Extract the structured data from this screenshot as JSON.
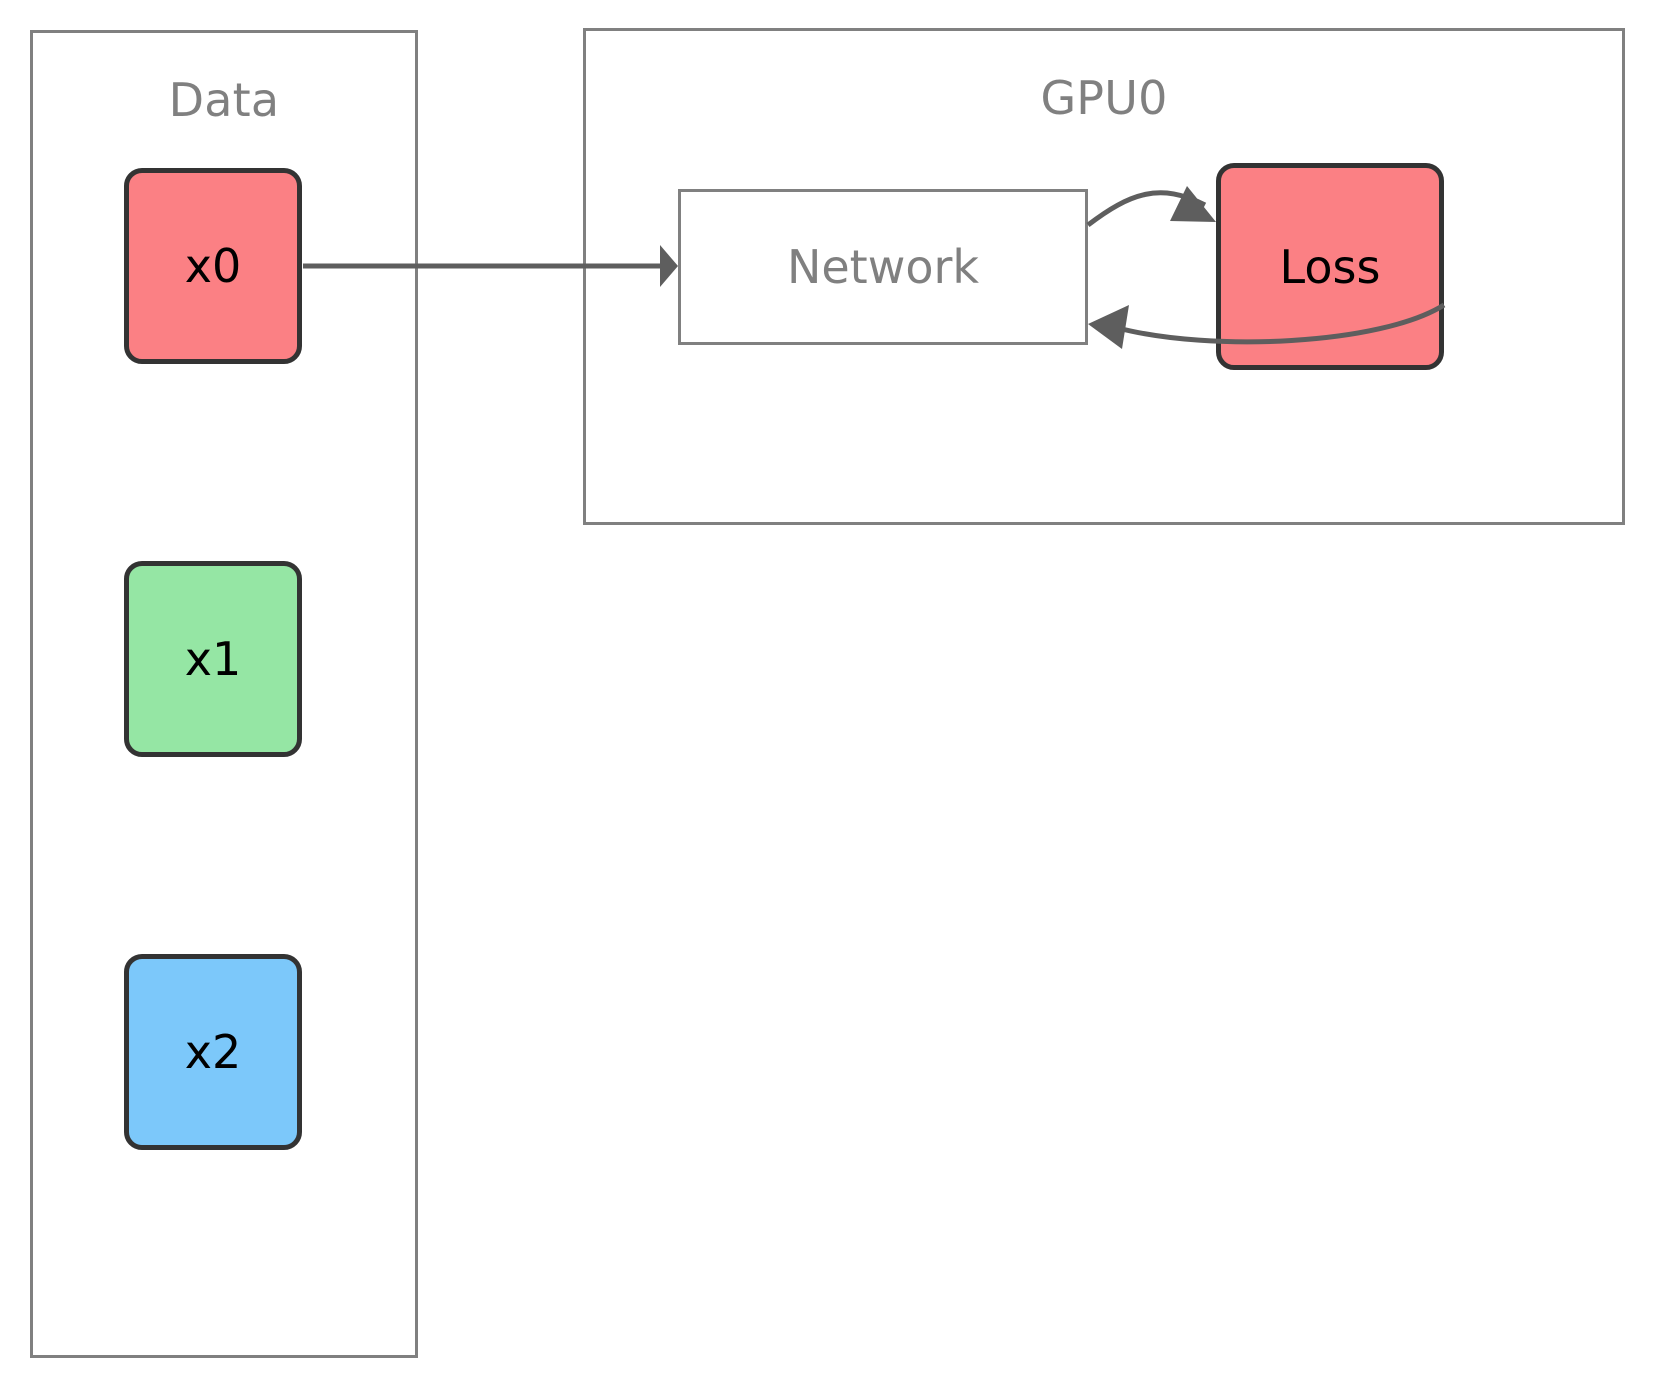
{
  "diagram": {
    "title": "single-gpu-training-dataflow",
    "background": "#ffffff",
    "groups": [
      {
        "id": "data",
        "label": "Data",
        "label_color": "#808080",
        "border_color": "#808080"
      },
      {
        "id": "gpu0",
        "label": "GPU0",
        "label_color": "#808080",
        "border_color": "#808080"
      }
    ],
    "nodes": [
      {
        "id": "x0",
        "label": "x0",
        "fill": "#FB8084",
        "border": "#333333",
        "text_color": "#000000",
        "shape": "rounded-rect",
        "group": "data"
      },
      {
        "id": "x1",
        "label": "x1",
        "fill": "#95E6A4",
        "border": "#333333",
        "text_color": "#000000",
        "shape": "rounded-rect",
        "group": "data"
      },
      {
        "id": "x2",
        "label": "x2",
        "fill": "#7CC8FA",
        "border": "#333333",
        "text_color": "#000000",
        "shape": "rounded-rect",
        "group": "data"
      },
      {
        "id": "network",
        "label": "Network",
        "fill": "#ffffff",
        "border": "#808080",
        "text_color": "#808080",
        "shape": "rect",
        "group": "gpu0"
      },
      {
        "id": "loss",
        "label": "Loss",
        "fill": "#FB8084",
        "border": "#333333",
        "text_color": "#000000",
        "shape": "rounded-rect",
        "group": "gpu0"
      }
    ],
    "edges": [
      {
        "id": "x0-to-network",
        "from": "x0",
        "to": "network",
        "style": "straight",
        "arrow": "end",
        "color": "#5e5e5e"
      },
      {
        "id": "network-to-loss",
        "from": "network",
        "to": "loss",
        "style": "curved-up",
        "arrow": "end",
        "color": "#5e5e5e"
      },
      {
        "id": "loss-to-network",
        "from": "loss",
        "to": "network",
        "style": "curved-down",
        "arrow": "end",
        "color": "#5e5e5e"
      }
    ]
  }
}
